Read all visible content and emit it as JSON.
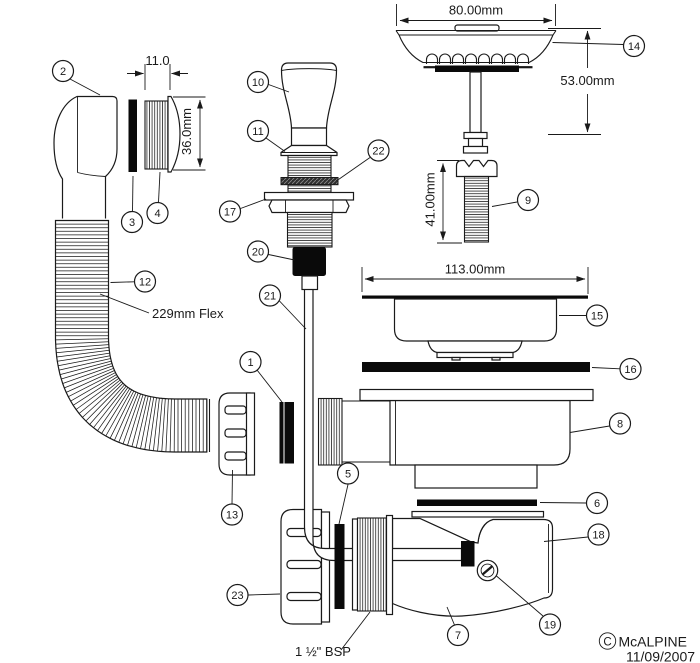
{
  "callouts": {
    "c1": "1",
    "c2": "2",
    "c3": "3",
    "c4": "4",
    "c5": "5",
    "c6": "6",
    "c7": "7",
    "c8": "8",
    "c9": "9",
    "c10": "10",
    "c11": "11",
    "c12": "12",
    "c13": "13",
    "c14": "14",
    "c15": "15",
    "c16": "16",
    "c17": "17",
    "c18": "18",
    "c19": "19",
    "c20": "20",
    "c21": "21",
    "c22": "22",
    "c23": "23"
  },
  "dimensions": {
    "d80": "80.00mm",
    "d53": "53.00mm",
    "d41": "41.00mm",
    "d113": "113.00mm",
    "d36": "36.0mm",
    "d11": "11.0"
  },
  "annotations": {
    "flex": "229mm Flex",
    "bsp": "1 ½\" BSP",
    "copyright_c": "C",
    "brand": "McALPINE",
    "date": "11/09/2007"
  },
  "colors": {
    "line": "#1a1a1a",
    "black_fill": "#0a0a0a",
    "bg": "#ffffff"
  }
}
